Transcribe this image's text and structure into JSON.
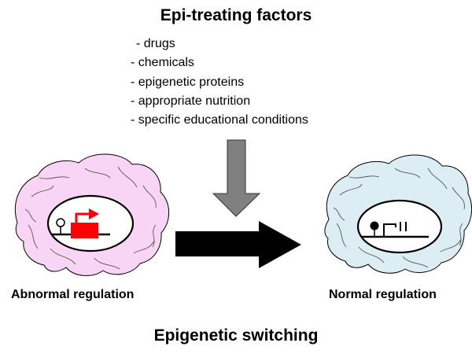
{
  "title": "Epi-treating factors",
  "factors": [
    "- drugs",
    "- chemicals",
    "- epigenetic proteins",
    "- appropriate nutrition",
    "- specific educational conditions"
  ],
  "left_label": "Abnormal regulation",
  "right_label": "Normal regulation",
  "bottom_title": "Epigenetic switching",
  "colors": {
    "left_brain": "#f8d5f4",
    "right_brain": "#dcedf3",
    "gene_red": "#ff0000",
    "down_arrow": "#808080",
    "right_arrow": "#000000"
  }
}
